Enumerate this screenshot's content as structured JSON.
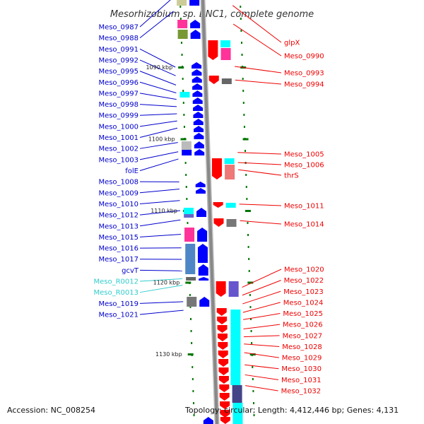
{
  "title": "Mesorhizobium sp. BNC1, complete genome",
  "footer": {
    "accession": "Accession: NC_008254",
    "topology": "Topology: circular; Length: 4,412,446 bp; Genes: 4,131"
  },
  "kbp_marks": [
    {
      "label": "1090 kbp",
      "kbp": 1090
    },
    {
      "label": "1100 kbp",
      "kbp": 1100
    },
    {
      "label": "1110 kbp",
      "kbp": 1110
    },
    {
      "label": "1120 kbp",
      "kbp": 1120
    },
    {
      "label": "1130 kbp",
      "kbp": 1130
    }
  ],
  "left_labels": [
    {
      "text": "Meso_0987",
      "kbp": 1080.3,
      "rna": false
    },
    {
      "text": "Meso_0988",
      "kbp": 1082.2,
      "rna": false
    },
    {
      "text": "Meso_0991",
      "kbp": 1090.0,
      "rna": false
    },
    {
      "text": "Meso_0992",
      "kbp": 1091.2,
      "rna": false
    },
    {
      "text": "Meso_0995",
      "kbp": 1092.5,
      "rna": false
    },
    {
      "text": "Meso_0996",
      "kbp": 1093.6,
      "rna": false
    },
    {
      "text": "Meso_0997",
      "kbp": 1094.5,
      "rna": false
    },
    {
      "text": "Meso_0998",
      "kbp": 1095.5,
      "rna": false
    },
    {
      "text": "Meso_0999",
      "kbp": 1096.5,
      "rna": false
    },
    {
      "text": "Meso_1000",
      "kbp": 1097.5,
      "rna": false
    },
    {
      "text": "Meso_1001",
      "kbp": 1098.5,
      "rna": false
    },
    {
      "text": "Meso_1002",
      "kbp": 1100.5,
      "rna": false
    },
    {
      "text": "Meso_1003",
      "kbp": 1101.8,
      "rna": false
    },
    {
      "text": "folE",
      "kbp": 1102.8,
      "rna": false
    },
    {
      "text": "Meso_1008",
      "kbp": 1106.0,
      "rna": false
    },
    {
      "text": "Meso_1009",
      "kbp": 1107.0,
      "rna": false
    },
    {
      "text": "Meso_1010",
      "kbp": 1108.6,
      "rna": false
    },
    {
      "text": "Meso_1012",
      "kbp": 1110.0,
      "rna": false
    },
    {
      "text": "Meso_1013",
      "kbp": 1111.3,
      "rna": false
    },
    {
      "text": "Meso_1015",
      "kbp": 1113.3,
      "rna": false
    },
    {
      "text": "Meso_1016",
      "kbp": 1115.2,
      "rna": false
    },
    {
      "text": "Meso_1017",
      "kbp": 1116.8,
      "rna": false
    },
    {
      "text": "gcvT",
      "kbp": 1118.4,
      "rna": false
    },
    {
      "text": "Meso_R0012",
      "kbp": 1119.5,
      "rna": true
    },
    {
      "text": "Meso_R0013",
      "kbp": 1120.4,
      "rna": true
    },
    {
      "text": "Meso_1019",
      "kbp": 1122.7,
      "rna": false
    },
    {
      "text": "Meso_1021",
      "kbp": 1123.9,
      "rna": false
    }
  ],
  "right_labels": [
    {
      "text": "glpX",
      "kbp": 1081.4
    },
    {
      "text": "Meso_0990",
      "kbp": 1084.0
    },
    {
      "text": "Meso_0993",
      "kbp": 1089.9
    },
    {
      "text": "Meso_0994",
      "kbp": 1091.8
    },
    {
      "text": "Meso_1005",
      "kbp": 1101.9
    },
    {
      "text": "Meso_1006",
      "kbp": 1103.3
    },
    {
      "text": "thrS",
      "kbp": 1104.3
    },
    {
      "text": "Meso_1011",
      "kbp": 1109.1
    },
    {
      "text": "Meso_1014",
      "kbp": 1111.4
    },
    {
      "text": "Meso_1020",
      "kbp": 1120.7
    },
    {
      "text": "Meso_1022",
      "kbp": 1121.8
    },
    {
      "text": "Meso_1023",
      "kbp": 1123.0
    },
    {
      "text": "Meso_1024",
      "kbp": 1124.2
    },
    {
      "text": "Meso_1025",
      "kbp": 1125.2
    },
    {
      "text": "Meso_1026",
      "kbp": 1126.5
    },
    {
      "text": "Meso_1027",
      "kbp": 1127.6
    },
    {
      "text": "Meso_1028",
      "kbp": 1128.6
    },
    {
      "text": "Meso_1029",
      "kbp": 1129.8
    },
    {
      "text": "Meso_1030",
      "kbp": 1131.5
    },
    {
      "text": "Meso_1031",
      "kbp": 1132.9
    },
    {
      "text": "Meso_1032",
      "kbp": 1134.4
    }
  ],
  "colors": {
    "backbone": "#888888",
    "forward_cds": "#0000ff",
    "reverse_cds": "#ff0000",
    "cyan_feature": "#00ffff",
    "magenta_feature": "#ff3399",
    "left_label": "#0000cc",
    "rna_label": "#33cccc",
    "right_label": "#ee0000",
    "tick": "#007700"
  }
}
